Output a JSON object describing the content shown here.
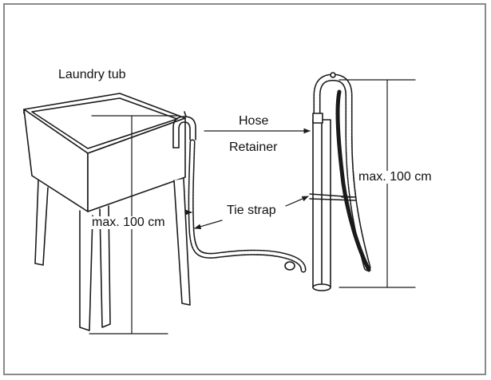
{
  "diagram": {
    "labels": {
      "laundry_tub": "Laundry tub",
      "hose": "Hose",
      "retainer": "Retainer",
      "tie_strap": "Tie strap",
      "max_left": "max. 100 cm",
      "max_right": "max. 100 cm"
    },
    "colors": {
      "line": "#1a1a1a",
      "frame": "#8a8a8a",
      "background": "#ffffff"
    }
  }
}
